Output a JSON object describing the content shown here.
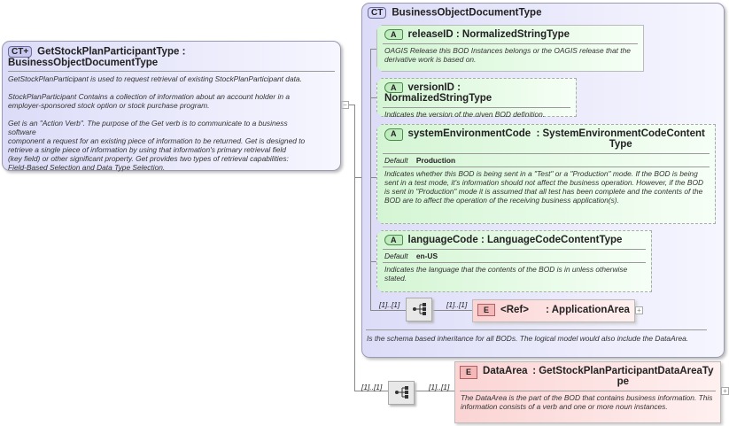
{
  "root": {
    "badge": "CT+",
    "name": "GetStockPlanParticipantType",
    "type": ": BusinessObjectDocumentType",
    "doc": [
      "GetStockPlanParticipant is used to request retrieval of existing StockPlanParticipant data.",
      "",
      "StockPlanParticipant  Contains a collection of information about an account holder in a",
      "employer-sponsored stock option or stock purchase program.",
      "",
      "Get is an \"Action Verb\". The purpose of the Get verb is to communicate to a business",
      "software",
      "component a request for an existing piece of information to be returned. Get is designed to",
      "retrieve a single piece of information by using that information's primary retrieval field",
      "(key field) or other significant property. Get provides two types of retrieval capabilities:",
      "Field-Based Selection and Data Type Selection."
    ]
  },
  "base": {
    "badge": "CT",
    "name": "BusinessObjectDocumentType",
    "doc": "Is the schema based inheritance for all BODs. The logical model would also include the DataArea."
  },
  "attributes": [
    {
      "badge": "A",
      "name": "releaseID",
      "type": ": NormalizedStringType",
      "doc": "OAGIS Release this BOD Instances belongs or the OAGIS release that the derivative work is based on."
    },
    {
      "badge": "A",
      "name": "versionID",
      "type": ": NormalizedStringType",
      "doc": "Indicates the version of the given BOD definition."
    },
    {
      "badge": "A",
      "name": "systemEnvironmentCode",
      "type": ": SystemEnvironmentCodeContentType",
      "default_label": "Default",
      "default": "Production",
      "doc": "Indicates whether this BOD is being sent in a \"Test\" or a \"Production\" mode. If the BOD is being sent in a test mode, it's information should not affect the business operation. However, if the BOD is sent in \"Production\" mode it is assumed that all test has been complete and the contents of the BOD are to affect the operation of the receiving business application(s)."
    },
    {
      "badge": "A",
      "name": "languageCode",
      "type": ": LanguageCodeContentType",
      "default_label": "Default",
      "default": "en-US",
      "doc": "Indicates the language that the contents of the BOD is in unless otherwise stated."
    }
  ],
  "appArea": {
    "card_seq": "[1]..[1]",
    "card_el": "[1]..[1]",
    "badge": "E",
    "name": "<Ref>",
    "type": ": ApplicationArea"
  },
  "dataArea": {
    "card_seq": "[1]..[1]",
    "card_el": "[1]..[1]",
    "badge": "E",
    "name": "DataArea",
    "type": ": GetStockPlanParticipantDataAreaType",
    "doc": "The DataArea is the part of the BOD that contains business information. This information consists of a verb and one or more noun instances."
  }
}
